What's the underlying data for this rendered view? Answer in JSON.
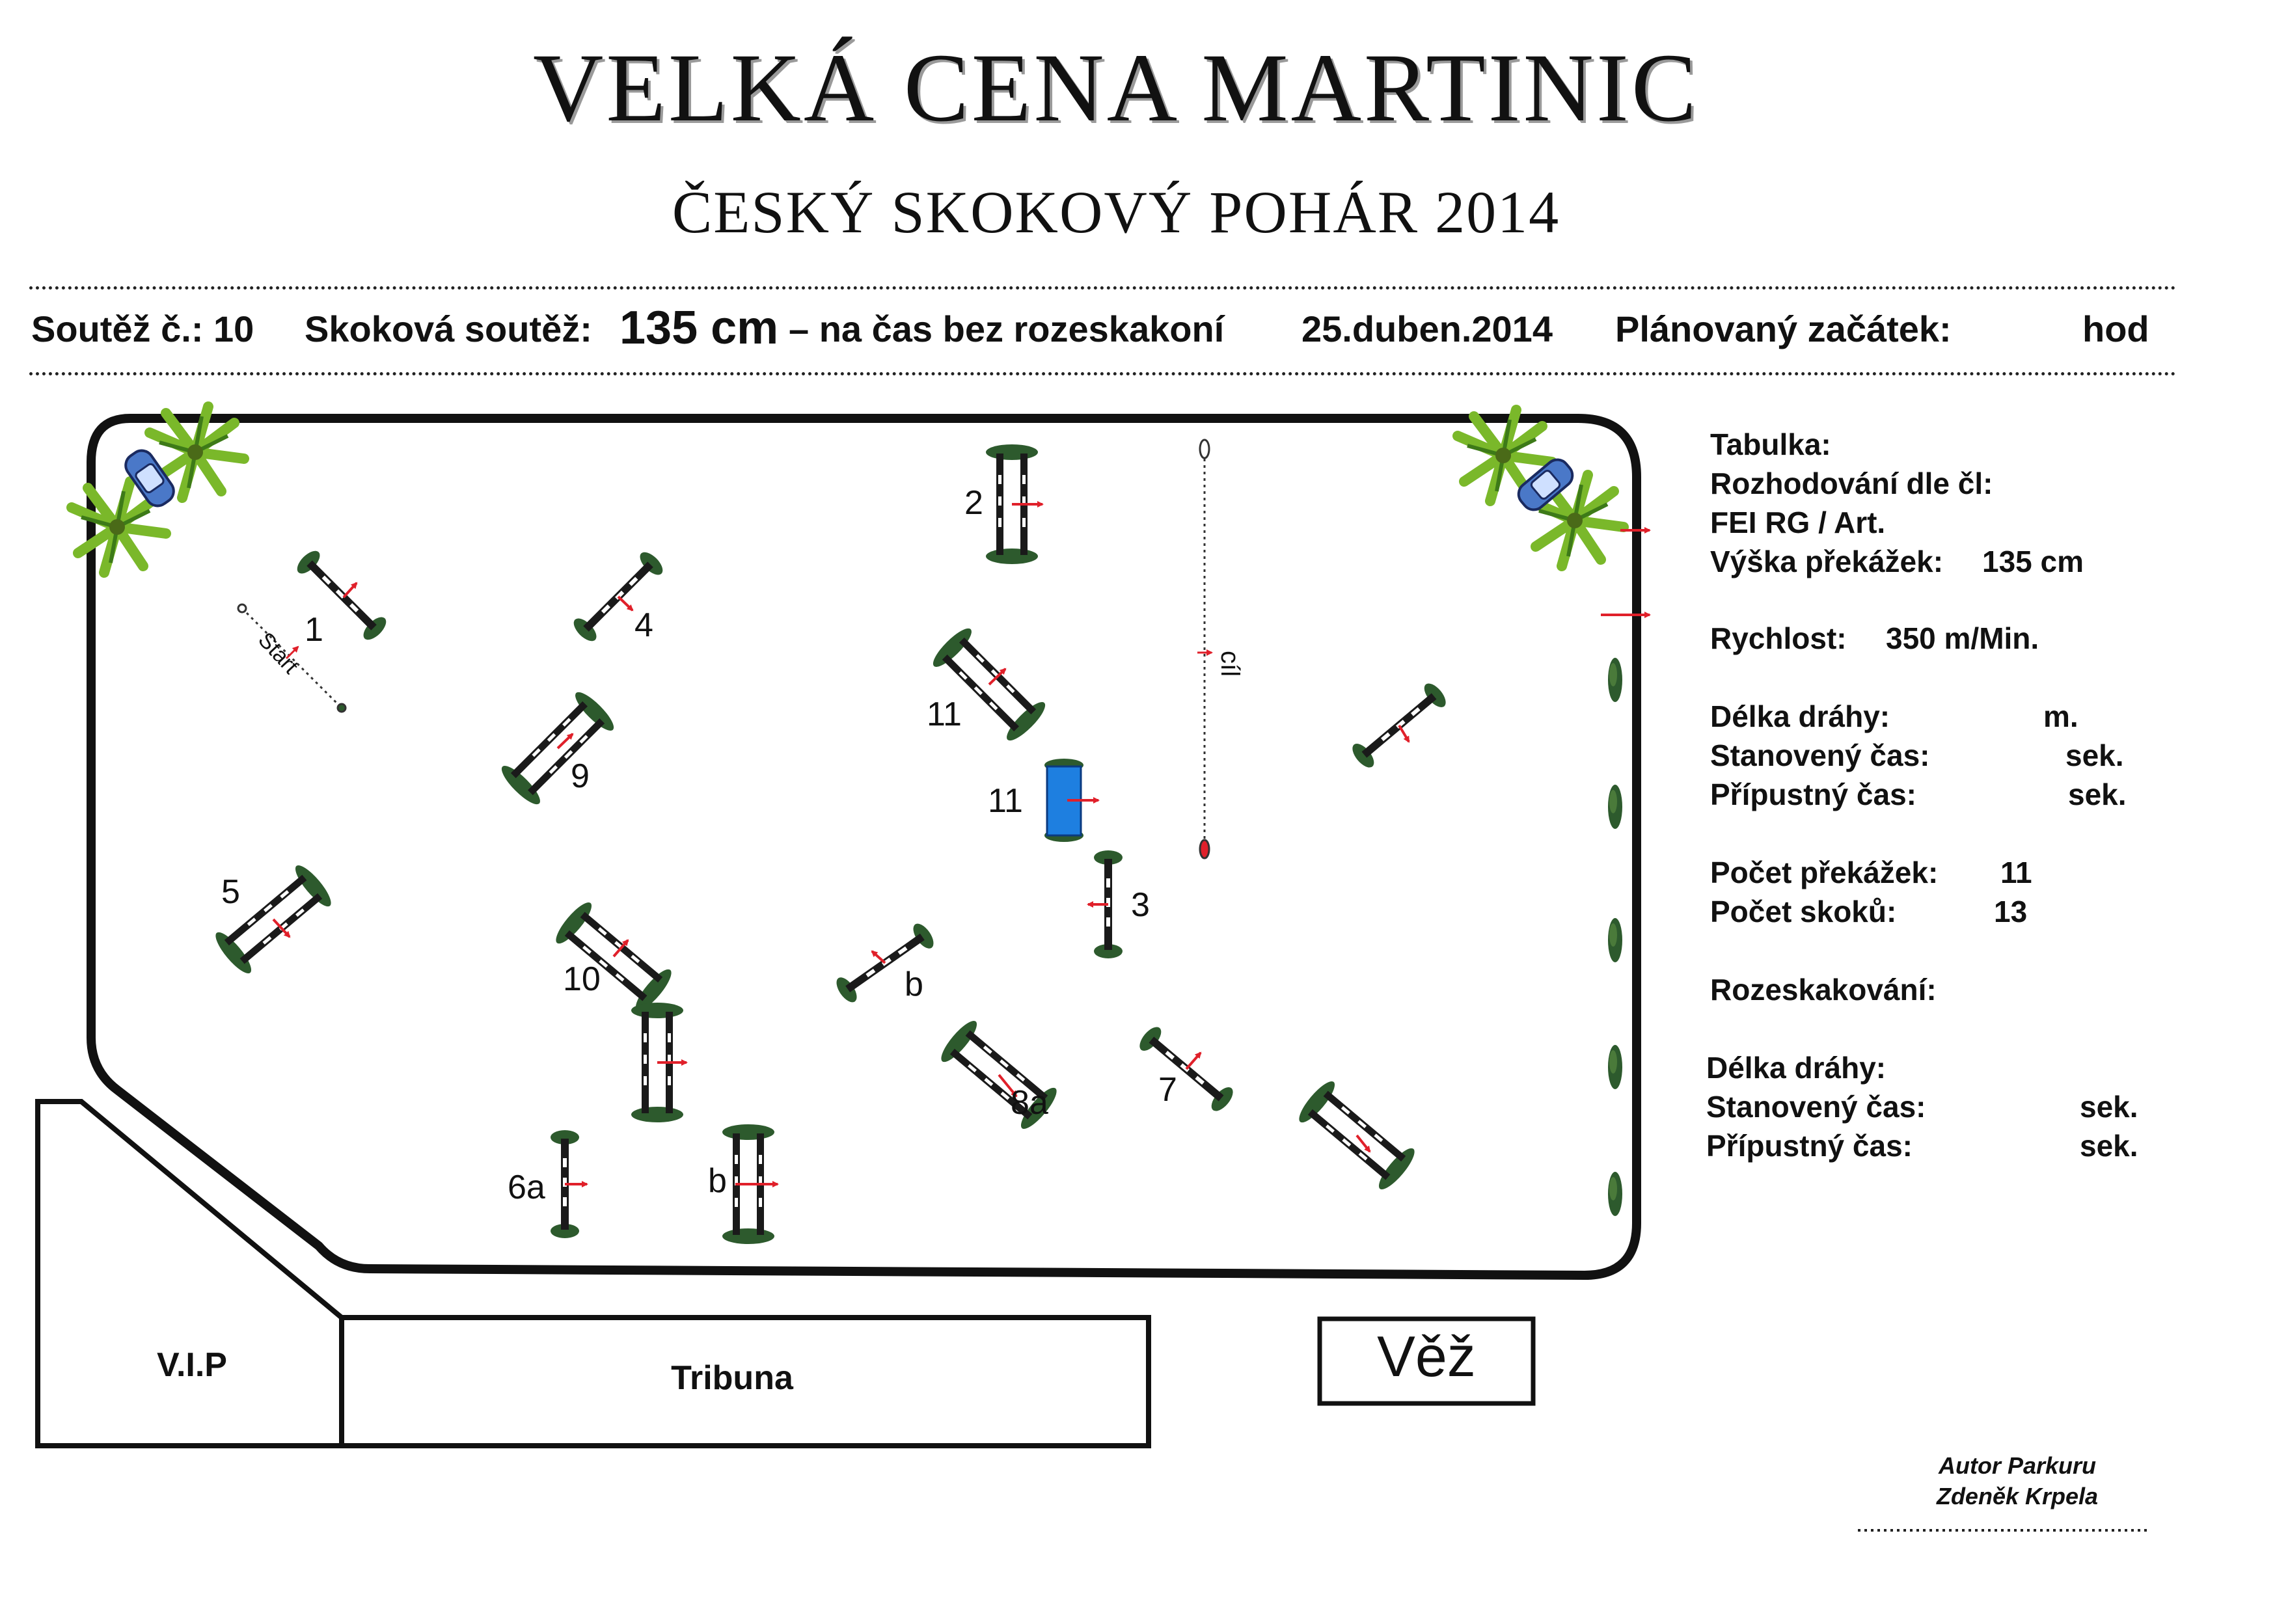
{
  "title": "VELKÁ CENA MARTINIC",
  "subtitle": "ČESKÝ SKOKOVÝ POHÁR 2014",
  "header": {
    "competition_no": "Soutěž č.: 10",
    "competition_type": "Skoková soutěž:",
    "height": "135 cm",
    "mode": "– na čas bez rozeskakoní",
    "date": "25.duben.2014",
    "planned_start": "Plánovaný začátek:",
    "hour_unit": "hod"
  },
  "info": {
    "table": "Tabulka:",
    "judging": "Rozhodování dle čl:",
    "rules": "FEI RG / Art.",
    "obstacle_height_label": "Výška překážek:",
    "obstacle_height_value": "135 cm",
    "speed_label": "Rychlost:",
    "speed_value": "350  m/Min.",
    "course_length_label": "Délka dráhy:",
    "course_length_unit": "m.",
    "time_allowed_label": "Stanovený čas:",
    "time_allowed_unit": "sek.",
    "time_limit_label": "Přípustný čas:",
    "time_limit_unit": "sek.",
    "obstacle_count_label": "Počet překážek:",
    "obstacle_count_value": "11",
    "jump_count_label": "Počet skoků:",
    "jump_count_value": "13",
    "jumpoff_label": "Rozeskakování:",
    "jo_course_length_label": "Délka dráhy:",
    "jo_time_allowed_label": "Stanovený čas:",
    "jo_time_allowed_unit": "sek.",
    "jo_time_limit_label": "Přípustný čas:",
    "jo_time_limit_unit": "sek."
  },
  "arena": {
    "start_label": "Start",
    "finish_label": "cíl",
    "obstacle_labels": [
      "1",
      "2",
      "3",
      "4",
      "5",
      "6a",
      "b",
      "7",
      "8a",
      "b",
      "9",
      "10",
      "11",
      "11"
    ],
    "vip": "V.I.P",
    "stand": "Tribuna",
    "tower": "Věž"
  },
  "footer": {
    "author_title": "Autor Parkuru",
    "author_name": "Zdeněk Krpela"
  },
  "colors": {
    "pole_dark": "#1a1a1a",
    "stand_green": "#2d5a2d",
    "arrow_red": "#e0202a",
    "water_blue": "#1e7fe0",
    "palm_green": "#7ab82a",
    "car_blue": "#4a78c8"
  }
}
